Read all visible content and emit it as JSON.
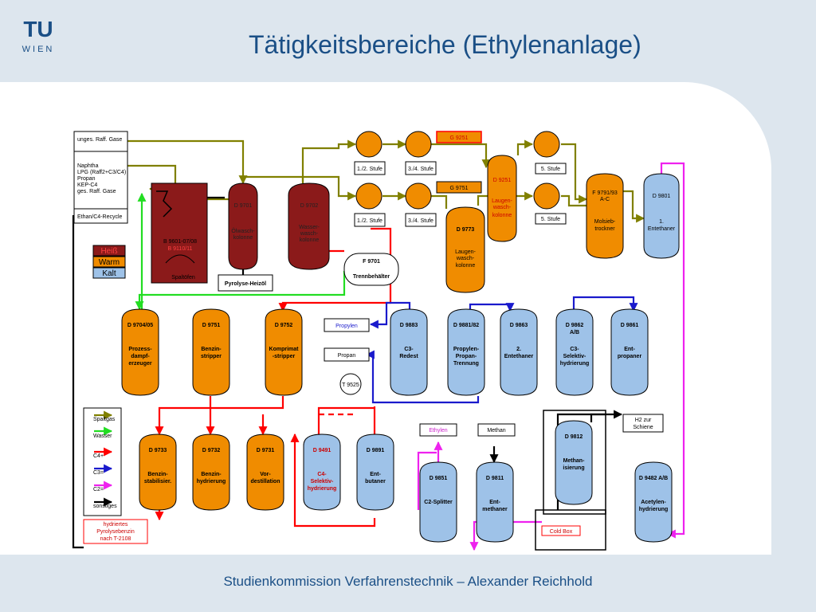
{
  "title": "Tätigkeitsbereiche (Ethylenanlage)",
  "footer": "Studienkommission Verfahrenstechnik – Alexander Reichhold",
  "logo": {
    "line1": "TU",
    "line2": "WIEN"
  },
  "feed": {
    "gas": "unges. Raff. Gase",
    "liquids": [
      "Naphtha",
      "LPG (Raff2+C3/C4)",
      "Propan",
      "KEP-C4",
      "ges. Raff. Gase"
    ],
    "recycle": "Ethan/C4-Recycle"
  },
  "heat_legend": {
    "hot": "Heiß",
    "warm": "Warm",
    "cold": "Kalt"
  },
  "furnace": {
    "l1": "B 9601-07/08",
    "l2": "B 9110/11",
    "l3": "Spaltöfen"
  },
  "pyrolysis_oil": "Pyrolyse-Heizöl",
  "oil_wash": {
    "id": "D 9701",
    "l1": "Ölwasch-",
    "l2": "kolonne"
  },
  "water_wash": {
    "id": "D 9702",
    "l1": "Wasser-",
    "l2": "wasch-",
    "l3": "kolonne"
  },
  "sep_drum": {
    "id": "F 9701",
    "name": "Trennbehälter"
  },
  "compressors": {
    "s12": "1./2. Stufe",
    "s34": "3./4. Stufe",
    "s5": "5. Stufe",
    "g1": "G 9251",
    "g2": "G 9751"
  },
  "caustic1": {
    "id": "D 9251",
    "l1": "Laugen-",
    "l2": "wasch-",
    "l3": "kolonne"
  },
  "caustic2": {
    "id": "D 9773",
    "l1": "Laugen-",
    "l2": "wasch-",
    "l3": "kolonne"
  },
  "molsieve": {
    "id1": "F 9791/93",
    "id2": "A-C",
    "l1": "Molsieb-",
    "l2": "trockner"
  },
  "deeth1": {
    "id": "D 9801",
    "l1": "1.",
    "l2": "Entethaner"
  },
  "row2": [
    {
      "id": "D 9704/05",
      "lines": [
        "Prozess-",
        "dampf-",
        "erzeuger"
      ]
    },
    {
      "id": "D 9751",
      "lines": [
        "Benzin-",
        "stripper"
      ]
    },
    {
      "id": "D 9752",
      "lines": [
        "Komprimat",
        "-stripper"
      ]
    },
    {
      "id": "D 9883",
      "lines": [
        "C3-",
        "Redest"
      ]
    },
    {
      "id": "D 9881/82",
      "lines": [
        "Propylen-",
        "Propan-",
        "Trennung"
      ]
    },
    {
      "id": "D 9863",
      "lines": [
        "2.",
        "Entethaner"
      ]
    },
    {
      "id": "D 9862",
      "id2": "A/B",
      "lines": [
        "C3-",
        "Selektiv-",
        "hydrierung"
      ]
    },
    {
      "id": "D 9861",
      "lines": [
        "Ent-",
        "propaner"
      ]
    }
  ],
  "products": {
    "propylen": "Propylen",
    "propan": "Propan",
    "ethylen": "Ethylen",
    "methan": "Methan",
    "h2": "H2 zur",
    "h2b": "Schiene",
    "hydr1": "hydriertes",
    "hydr2": "Pyrolysebenzin",
    "hydr3": "nach T-2108"
  },
  "tank": "T 9525",
  "row3": [
    {
      "id": "D 9733",
      "lines": [
        "Benzin-",
        "stabilisier."
      ]
    },
    {
      "id": "D 9732",
      "lines": [
        "Benzin-",
        "hydrierung"
      ]
    },
    {
      "id": "D 9731",
      "lines": [
        "Vor-",
        "destillation"
      ]
    },
    {
      "id": "D 9491",
      "lines": [
        "C4-",
        "Selektiv-",
        "hydrierung"
      ]
    },
    {
      "id": "D 9891",
      "lines": [
        "Ent-",
        "butaner"
      ]
    },
    {
      "id": "D 9851",
      "lines": [
        "C2-Splitter"
      ]
    },
    {
      "id": "D 9811",
      "lines": [
        "Ent-",
        "methaner"
      ]
    },
    {
      "id": "D 9812",
      "lines": [
        "Methan-",
        "isierung"
      ]
    },
    {
      "id": "D 9482 A/B",
      "lines": [
        "Acetylen-",
        "hydrierung"
      ]
    }
  ],
  "coldbox": "Cold Box",
  "stream_legend": [
    "Spaltgas",
    "Wasser",
    "C4+",
    "C3=",
    "C2=",
    "sonstiges"
  ],
  "colors": {
    "hot": "#8b1a1a",
    "warm": "#f08c00",
    "cold": "#9ec2e8",
    "spaltgas": "#808000",
    "wasser": "#22dd22",
    "c4": "#ff0000",
    "c3": "#1a1acc",
    "c2": "#ee22ee",
    "other": "#000000"
  }
}
